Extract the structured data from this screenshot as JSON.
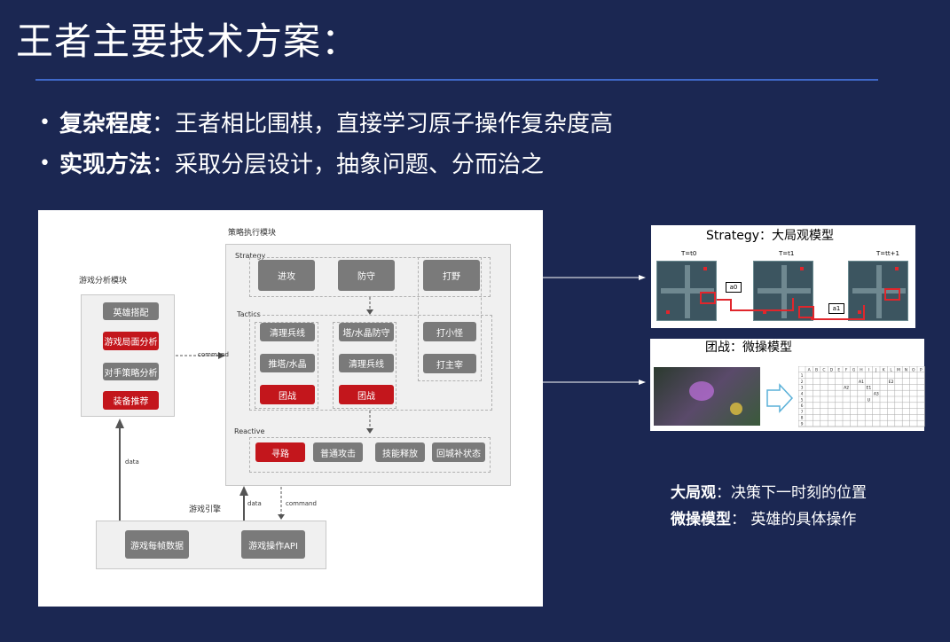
{
  "title": "王者主要技术方案：",
  "bullets": [
    {
      "head": "复杂程度",
      "text": "：王者相比围棋，直接学习原子操作复杂度高"
    },
    {
      "head": "实现方法",
      "text": "：采取分层设计，抽象问题、分而治之"
    }
  ],
  "diagram": {
    "analysis_module": "游戏分析模块",
    "analysis_items": [
      "英雄搭配",
      "游戏局面分析",
      "对手策略分析",
      "装备推荐"
    ],
    "exec_module": "策略执行模块",
    "strategy_label": "Strategy",
    "strategy_items": [
      "进攻",
      "防守",
      "打野"
    ],
    "tactics_label": "Tactics",
    "tactics_col1": [
      "清理兵线",
      "推塔/水晶",
      "团战"
    ],
    "tactics_col2": [
      "塔/水晶防守",
      "清理兵线",
      "团战"
    ],
    "tactics_col3": [
      "打小怪",
      "打主宰"
    ],
    "reactive_label": "Reactive",
    "reactive_items": [
      "寻路",
      "普通攻击",
      "技能释放",
      "回城补状态"
    ],
    "engine": "游戏引擎",
    "engine_items": [
      "游戏每帧数据",
      "游戏操作API"
    ],
    "edge_command": "command",
    "edge_data": "data",
    "colors": {
      "red": "#c3161c",
      "gray": "#7a7a7a"
    }
  },
  "strategy_panel": {
    "title": "Strategy：大局观模型",
    "t0": "T=t0",
    "t1": "T=t1",
    "t2": "T=tt+1",
    "a0": "a0",
    "a1": "a1"
  },
  "micro_panel": {
    "title": "团战：微操模型",
    "grid_cols": [
      "A",
      "B",
      "C",
      "D",
      "E",
      "F",
      "G",
      "H",
      "I",
      "J",
      "K",
      "L",
      "M",
      "N",
      "O",
      "P"
    ],
    "grid_rows": [
      "1",
      "2",
      "3",
      "4",
      "5",
      "6",
      "7",
      "8",
      "9"
    ],
    "cells": [
      {
        "r": 1,
        "c": 7,
        "t": "A1"
      },
      {
        "r": 1,
        "c": 11,
        "t": "E2"
      },
      {
        "r": 2,
        "c": 5,
        "t": "A2"
      },
      {
        "r": 2,
        "c": 8,
        "t": "E1"
      },
      {
        "r": 3,
        "c": 9,
        "t": "A3"
      },
      {
        "r": 4,
        "c": 8,
        "t": "U"
      }
    ]
  },
  "notes": [
    {
      "head": "大局观",
      "text": "：决策下一时刻的位置"
    },
    {
      "head": "微操模型",
      "text": "：  英雄的具体操作"
    }
  ]
}
